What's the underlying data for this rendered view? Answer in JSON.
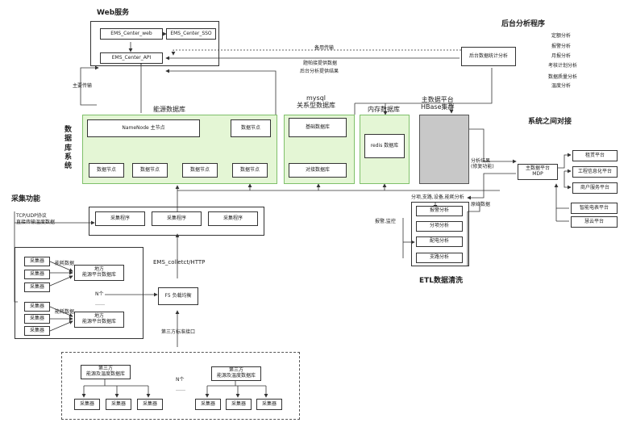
{
  "web": {
    "title": "Web服务",
    "center_web": "EMS_Center_web",
    "center_sso": "EMS_Center_SSO",
    "center_api": "EMS_Center_API"
  },
  "backend": {
    "title": "后台分析程序",
    "stats": "后台数据统计分析",
    "items": [
      "定额分析",
      "报警分析",
      "月报分析",
      "考核计划分析",
      "数据质量分析",
      "温度分析"
    ]
  },
  "links": {
    "backup": "备用传输",
    "ext_data": "题帕接提供数据",
    "backend_result": "后台分析提供结果",
    "main_transfer": "主要传输"
  },
  "db": {
    "system_label": "数据库系统",
    "energy_title": "能源数据库",
    "namenode": "NameNode 主节点",
    "datanode": "数据节点",
    "mysql_title": "mysql\n关系型数据库",
    "base_db": "基础数据库",
    "rule_db": "对接数据库",
    "memory_title": "内存数据库",
    "redis": "redis 数据库",
    "hbase_title": "主数据平台\nHBase集群"
  },
  "integration": {
    "title": "系统之间对接",
    "mdp": "主数据平台\nMDP",
    "left": [
      "租赁平台",
      "工程信息化平台",
      "商户服务平台"
    ],
    "right": [
      "智能电表平台",
      "慧云平台"
    ]
  },
  "etl": {
    "title": "ETL数据清洗",
    "analysis_result": "分析结果\n(修复功能)",
    "flow_label": "分项,支路,设备,能耗分析",
    "raw_data": "原始数据",
    "alarm_monitor": "报警,监控",
    "items": [
      "报警分析",
      "分项分析",
      "配电分析",
      "支路分析"
    ]
  },
  "collect": {
    "title": "采集功能",
    "tcp_note": "TCP/UDP协议\n直接传输温度数据",
    "program": "采集程序",
    "protocol": "EMS_colletct/HTTP",
    "f5": "F5 负载均衡",
    "third_iface": "第三方标准接口",
    "collector": "采集器",
    "energy_data": "能耗数据",
    "local_db": "地方\n能源平台数据库",
    "n_count": "N个",
    "dots": "……",
    "third_db": "第三方\n能源及温度数据库"
  }
}
